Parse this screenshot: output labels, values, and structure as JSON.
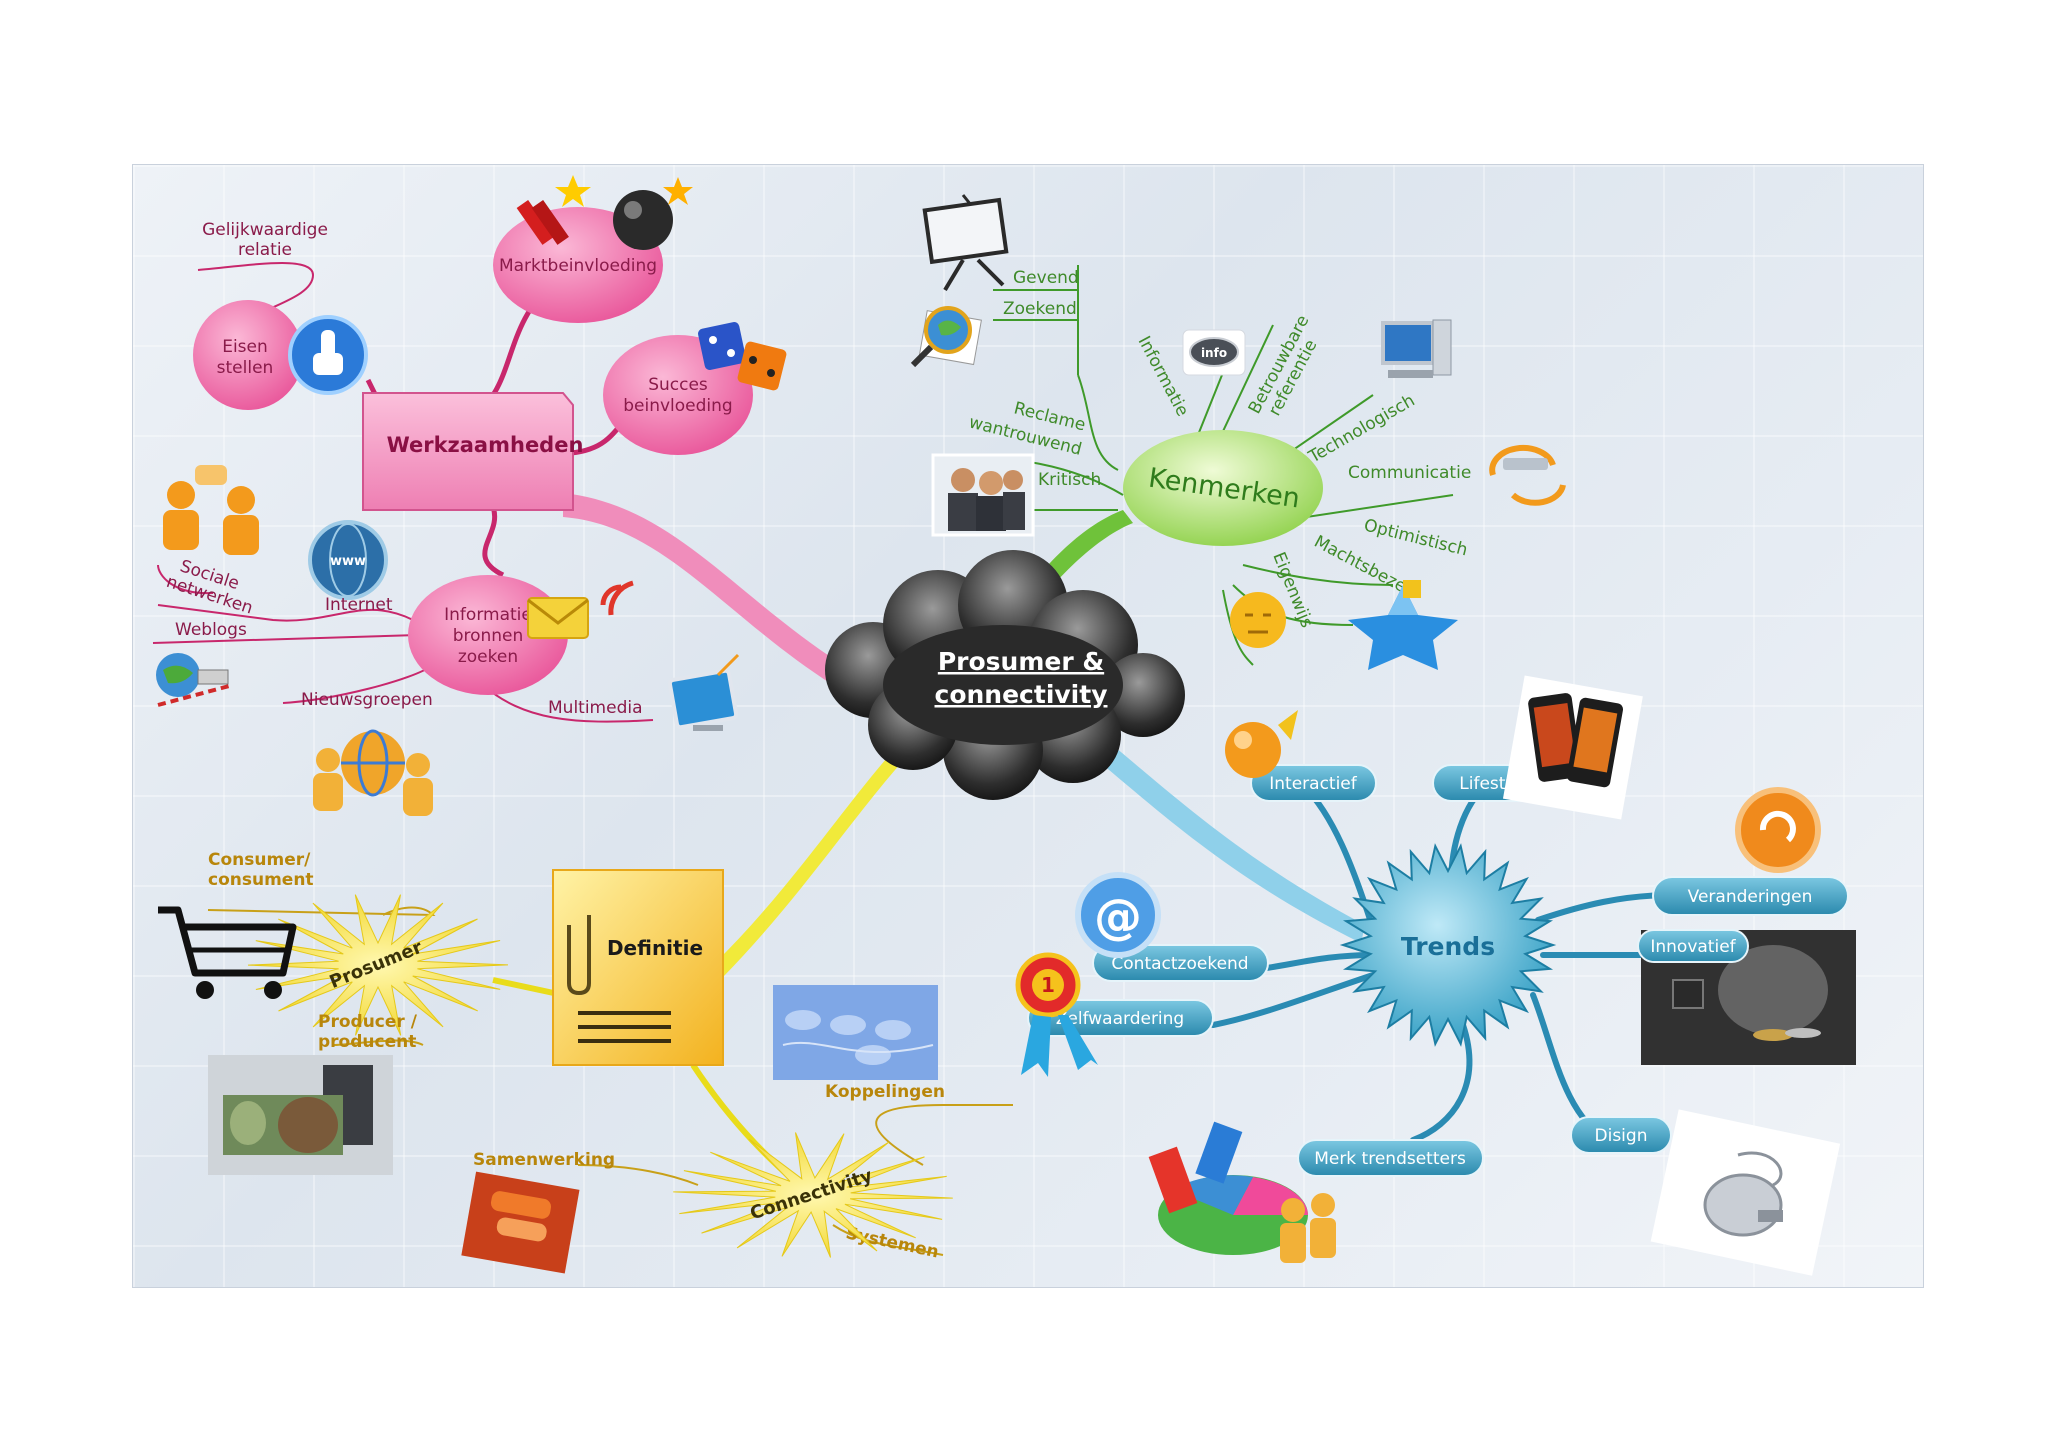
{
  "center": {
    "title_line1": "Prosumer &",
    "title_line2": "connectivity"
  },
  "werkzaamheden": {
    "label": "Werkzaamheden",
    "marktbeinvloeding": "Marktbeinvloeding",
    "succes_line1": "Succes",
    "succes_line2": "beinvloeding",
    "eisen_line1": "Eisen",
    "eisen_line2": "stellen",
    "gelijk_line1": "Gelijkwaardige",
    "gelijk_line2": "relatie",
    "informatie_line1": "Informatie",
    "informatie_line2": "bronnen",
    "informatie_line3": "zoeken",
    "sociale_line1": "Sociale",
    "sociale_line2": "netwerken",
    "internet": "Internet",
    "weblogs": "Weblogs",
    "nieuwsgroepen": "Nieuwsgroepen",
    "multimedia": "Multimedia",
    "www": "www"
  },
  "kenmerken": {
    "label": "Kenmerken",
    "gevend": "Gevend",
    "zoekend": "Zoekend",
    "informatie": "Informatie",
    "betrouwbare_line1": "Betrouwbare",
    "betrouwbare_line2": "referentie",
    "technologisch": "Technologisch",
    "communicatie": "Communicatie",
    "optimistisch": "Optimistisch",
    "machtsbezet": "Machtsbezet",
    "eigenwijs": "Eigenwijs",
    "kritisch": "Kritisch",
    "reclame_line1": "Reclame",
    "reclame_line2": "wantrouwend",
    "info_badge": "info"
  },
  "trends": {
    "label": "Trends",
    "interactief": "Interactief",
    "lifestyle": "Lifestyle",
    "veranderingen": "Veranderingen",
    "innovatief": "Innovatief",
    "disign": "Disign",
    "merk": "Merk trendsetters",
    "zelfwaardering": "Zelfwaardering",
    "contactzoekend": "Contactzoekend",
    "ribbon_number": "1",
    "at_sign": "@"
  },
  "definitie": {
    "label": "Definitie",
    "prosumer": "Prosumer",
    "consumer_line1": "Consumer/",
    "consumer_line2": "consument",
    "producer_line1": "Producer /",
    "producer_line2": "producent",
    "connectivity": "Connectivity",
    "koppelingen": "Koppelingen",
    "samenwerking": "Samenwerking",
    "systemen": "Systemen"
  }
}
